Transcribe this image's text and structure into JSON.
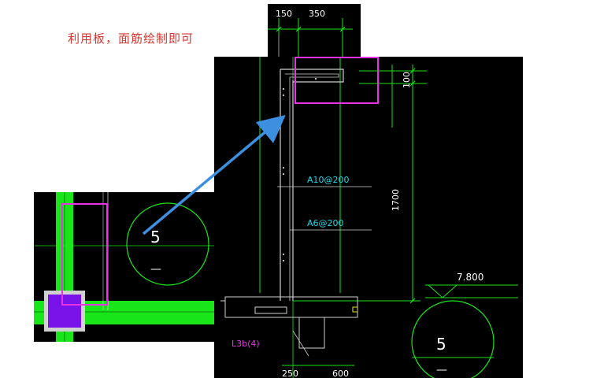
{
  "caption": "利用板，面筋绘制即可",
  "colors": {
    "background": "#000000",
    "rebar_green": "#19e619",
    "highlight": "#e832e8",
    "arrow": "#3d8fe0",
    "label_cyan": "#21d7e6",
    "label_magenta": "#e63ae6"
  },
  "top_dims": {
    "d1": "150",
    "d2": "350"
  },
  "right_dims": {
    "d_top": "100",
    "d_height": "1700"
  },
  "rebar_labels": {
    "a10": "A10@200",
    "a6": "A6@200"
  },
  "elevation": "7.800",
  "beam_label": "L3b(4)",
  "bottom_dims": {
    "d1": "250",
    "d2": "600"
  },
  "section_mark_left": {
    "number": "5",
    "sub": "—"
  },
  "section_mark_right": {
    "number": "5",
    "sub": "—"
  }
}
